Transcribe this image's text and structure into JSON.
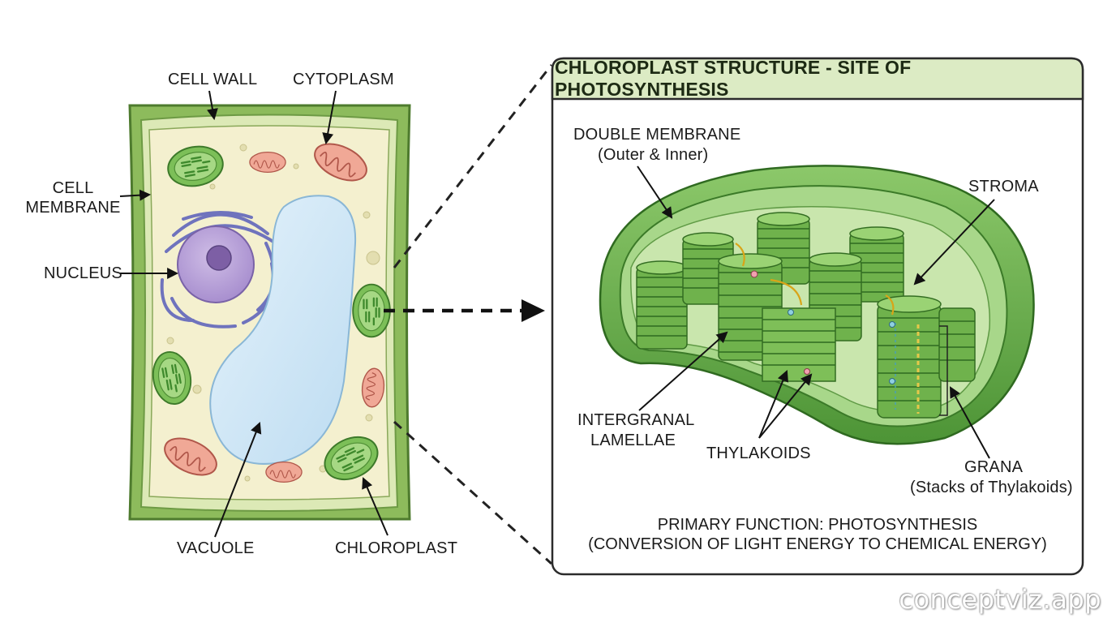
{
  "cell": {
    "labels": {
      "cell_wall": "CELL WALL",
      "cytoplasm": "CYTOPLASM",
      "cell_membrane_1": "CELL",
      "cell_membrane_2": "MEMBRANE",
      "nucleus": "NUCLEUS",
      "vacuole": "VACUOLE",
      "chloroplast": "CHLOROPLAST"
    }
  },
  "panel": {
    "title": "CHLOROPLAST STRUCTURE - SITE OF PHOTOSYNTHESIS",
    "labels": {
      "double_membrane_1": "DOUBLE MEMBRANE",
      "double_membrane_2": "(Outer & Inner)",
      "stroma": "STROMA",
      "intergranal_1": "INTERGRANAL",
      "intergranal_2": "LAMELLAE",
      "thylakoids": "THYLAKOIDS",
      "grana_1": "GRANA",
      "grana_2": "(Stacks of Thylakoids)"
    },
    "footer_line1": "PRIMARY FUNCTION: PHOTOSYNTHESIS",
    "footer_line2": "(CONVERSION OF LIGHT ENERGY TO CHEMICAL ENERGY)"
  },
  "watermark": "conceptviz.app",
  "colors": {
    "wall": "#8dbb5c",
    "cytoplasm": "#f4f0cf",
    "vacuole": "#cfe6f5",
    "nucleus": "#b9a3d8",
    "er": "#7d82c7",
    "mitochondria": "#e79b8a",
    "chloroplast": "#63a942",
    "panel_header": "#dcebc4"
  }
}
